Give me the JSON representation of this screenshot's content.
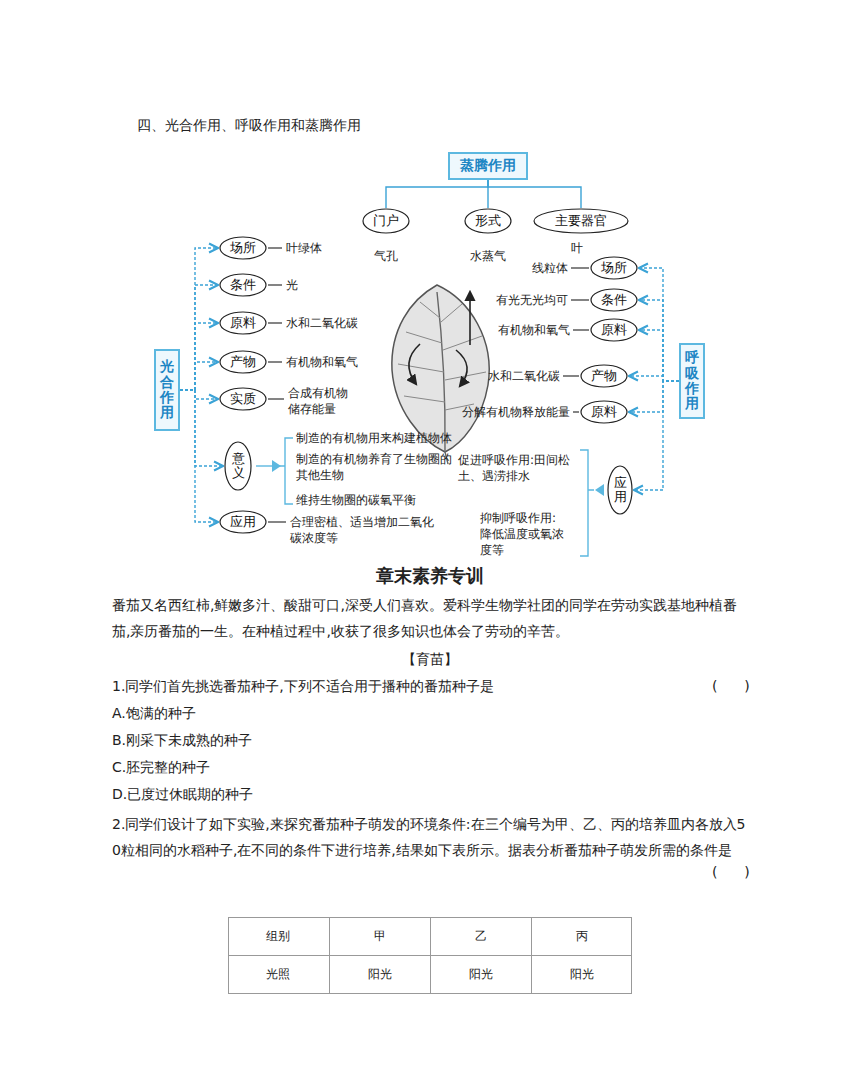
{
  "diagram": {
    "nodes": [
      {
        "text": [
          "蒸腾作用"
        ]
      },
      {
        "text": [
          "门户"
        ]
      },
      {
        "text": [
          "形式"
        ]
      },
      {
        "text": [
          "主要器官"
        ]
      },
      {
        "text": [
          "光合作用"
        ]
      },
      {
        "text": [
          "场所"
        ]
      },
      {
        "text": [
          "条件"
        ]
      },
      {
        "text": [
          "原料"
        ]
      },
      {
        "text": [
          "产物"
        ]
      },
      {
        "text": [
          "实质"
        ]
      },
      {
        "text": [
          "意义"
        ]
      },
      {
        "text": [
          "应用"
        ]
      },
      {
        "text": [
          "呼吸作用"
        ]
      },
      {
        "text": [
          "场所"
        ]
      },
      {
        "text": [
          "条件"
        ]
      },
      {
        "text": [
          "原料"
        ]
      },
      {
        "text": [
          "产物"
        ]
      },
      {
        "text": [
          "原料"
        ]
      },
      {
        "text": [
          "应用"
        ]
      }
    ],
    "edges": [
      {
        "from": 0,
        "to": 1,
        "arrow": "none"
      },
      {
        "from": 0,
        "to": 2,
        "arrow": "none"
      },
      {
        "from": 0,
        "to": 3,
        "arrow": "none"
      },
      {
        "from": 4,
        "to": 5,
        "arrow": "to"
      },
      {
        "from": 4,
        "to": 6,
        "arrow": "to"
      },
      {
        "from": 4,
        "to": 7,
        "arrow": "to"
      },
      {
        "from": 4,
        "to": 8,
        "arrow": "to"
      },
      {
        "from": 4,
        "to": 9,
        "arrow": "to"
      },
      {
        "from": 4,
        "to": 10,
        "arrow": "to"
      },
      {
        "from": 4,
        "to": 11,
        "arrow": "to"
      },
      {
        "from": 12,
        "to": 13,
        "arrow": "to"
      },
      {
        "from": 12,
        "to": 14,
        "arrow": "to"
      },
      {
        "from": 12,
        "to": 15,
        "arrow": "to"
      },
      {
        "from": 12,
        "to": 16,
        "arrow": "to"
      },
      {
        "from": 12,
        "to": 17,
        "arrow": "to"
      },
      {
        "from": 12,
        "to": 18,
        "arrow": "to"
      }
    ],
    "labels": [
      "四、光合作用、呼吸作用和蒸腾作用",
      "气孔",
      "水蒸气",
      "叶",
      "叶绿体",
      "光",
      "水和二氧化碳",
      "有机物和氧气",
      "合成有机物储存能量",
      "制造的有机物用来构建植物体",
      "制造的有机物养育了生物圈的其他生物",
      "维持生物圈的碳氧平衡",
      "合理密植、适当增加二氧化碳浓度等",
      "线粒体",
      "有光无光均可",
      "有机物和氧气",
      "水和二氧化碳",
      "分解有机物释放能量",
      "促进呼吸作用:田间松土、遇涝排水",
      "抑制呼吸作用:降低温度或氧浓度等",
      "章末素养专训",
      "番茄又名西红柿,鲜嫩多汁、酸甜可口,深受人们喜欢。爱科学生物学社团的同学在劳动实践基地种植番茄,亲历番茄的一生。在种植过程中,收获了很多知识也体会了劳动的辛苦。",
      "【育苗】",
      "1.同学们首先挑选番茄种子,下列不适合用于播种的番茄种子是",
      "(      )",
      "A.饱满的种子",
      "B.刚采下未成熟的种子",
      "C.胚完整的种子",
      "D.已度过休眠期的种子",
      "2.同学们设计了如下实验,来探究番茄种子萌发的环境条件:在三个编号为甲、乙、丙的培养皿内各放入50粒相同的水稻种子,在不同的条件下进行培养,结果如下表所示。据表分析番茄种子萌发所需的条件是",
      "(      )",
      "组别",
      "甲",
      "乙",
      "丙",
      "光照",
      "阳光",
      "阳光",
      "阳光"
    ]
  }
}
